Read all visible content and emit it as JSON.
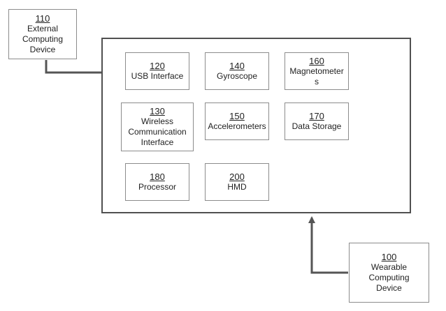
{
  "external": {
    "number": "110",
    "label": "External Computing Device"
  },
  "wearable": {
    "number": "100",
    "label": "Wearable Computing Device"
  },
  "components": [
    {
      "number": "120",
      "label": "USB Interface"
    },
    {
      "number": "140",
      "label": "Gyroscope"
    },
    {
      "number": "160",
      "label": "Magnetometers"
    },
    {
      "number": "130",
      "label": "Wireless Communication Interface"
    },
    {
      "number": "150",
      "label": "Accelerometers"
    },
    {
      "number": "170",
      "label": "Data Storage"
    },
    {
      "number": "180",
      "label": "Processor"
    },
    {
      "number": "200",
      "label": "HMD"
    }
  ]
}
